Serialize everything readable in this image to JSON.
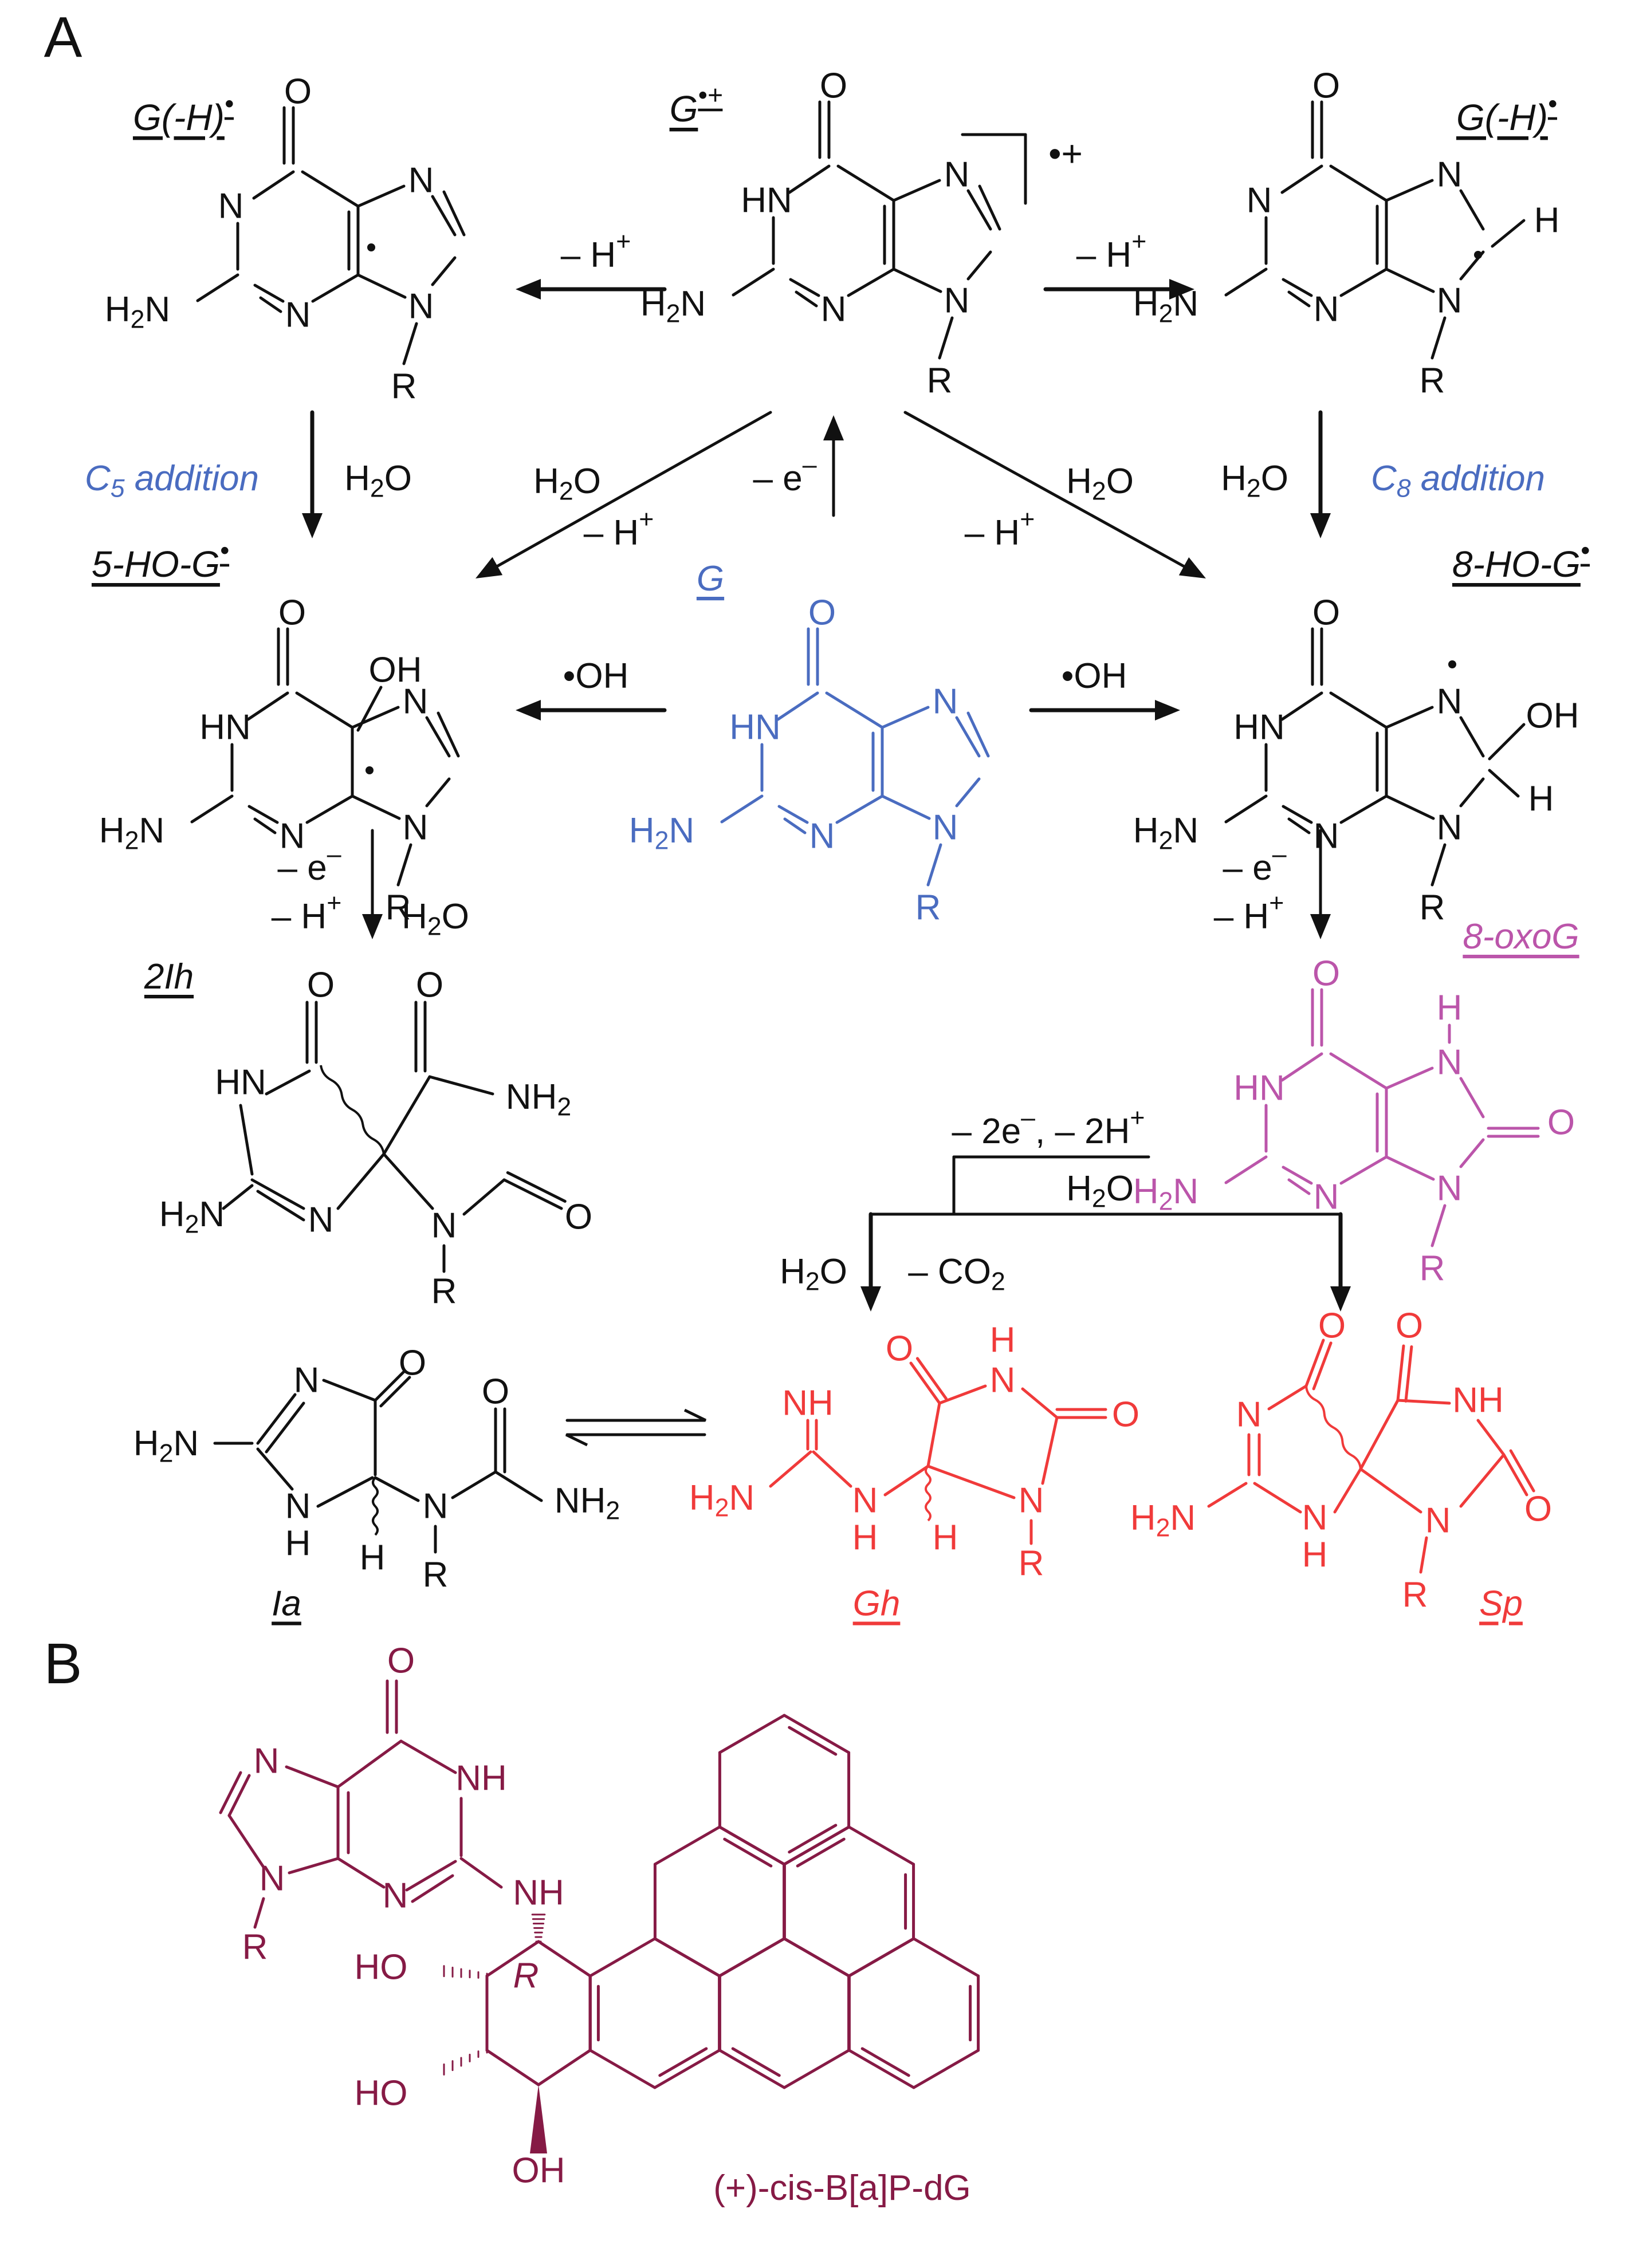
{
  "panels": {
    "a": "A",
    "b": "B"
  },
  "colors": {
    "black": "#111111",
    "blue": "#4a6cc0",
    "magenta": "#bb55aa",
    "red": "#f03a3a",
    "maroon": "#861a45"
  },
  "labels": {
    "g_radical_cation": "G•+",
    "g_minus_h_left": "G(-H)•",
    "g_minus_h_right": "G(-H)•",
    "c5_addition": "C5 addition",
    "c8_addition": "C8 addition",
    "five_ho_g": "5-HO-G•",
    "eight_ho_g": "8-HO-G•",
    "g": "G",
    "two_ih": "2Ih",
    "eight_oxog": "8-oxoG",
    "ia": "Ia",
    "gh": "Gh",
    "sp": "Sp",
    "bap_dg": "(+)-cis-B[a]P-dG"
  },
  "reagents": {
    "minus_h": "– H+",
    "water": "H2O",
    "minus_e": "– e–",
    "hydroxyl": "•OH",
    "minus_2e_2h": "– 2e–, – 2H+",
    "minus_co2": "– CO2",
    "charge": "•+"
  },
  "atoms": {
    "o": "O",
    "n": "N",
    "hn": "HN",
    "nh": "NH",
    "h": "H",
    "r": "R",
    "h2n": "H2N",
    "nh2": "NH2",
    "oh": "OH",
    "ho": "HO",
    "stereo_r": "R"
  }
}
